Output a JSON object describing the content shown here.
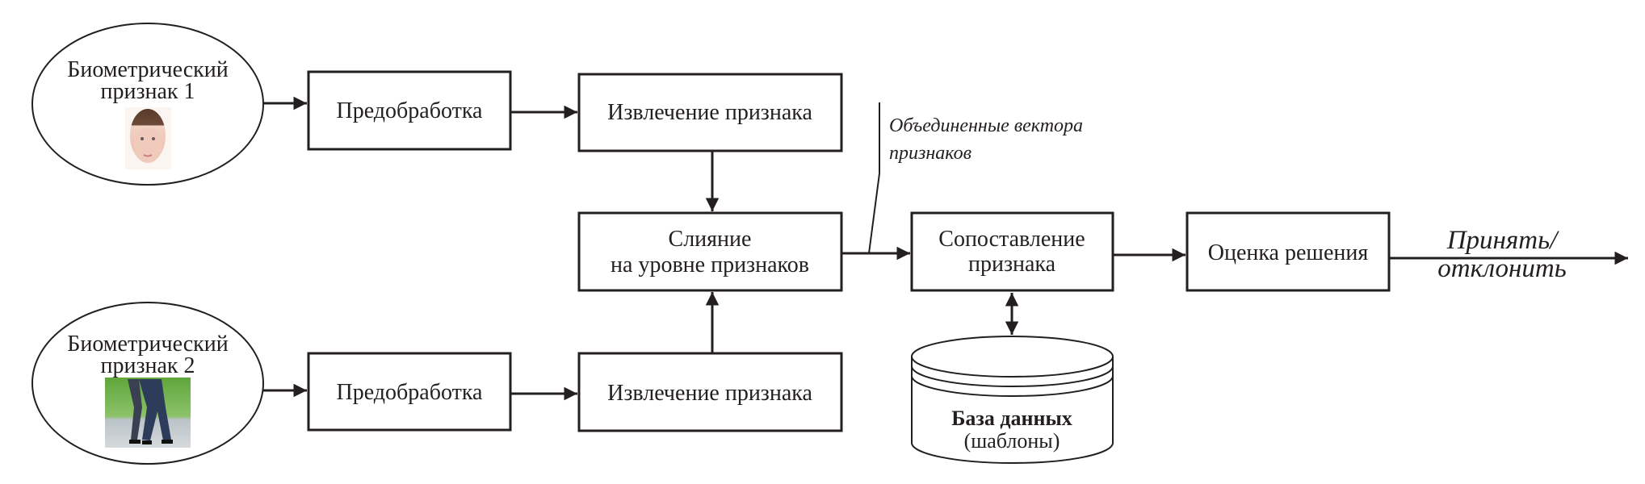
{
  "diagram": {
    "inputs": [
      {
        "line1": "Биометрический",
        "line2": "признак 1",
        "image": "face-photo"
      },
      {
        "line1": "Биометрический",
        "line2": "признак 2",
        "image": "walking-people-photo"
      }
    ],
    "top_branch": {
      "preprocessing": "Предобработка",
      "extraction": "Извлечение признака"
    },
    "bottom_branch": {
      "preprocessing": "Предобработка",
      "extraction": "Извлечение признака"
    },
    "fusion": {
      "line1": "Слияние",
      "line2": "на уровне признаков"
    },
    "annotation": {
      "line1": "Объединенные вектора",
      "line2": "признаков"
    },
    "matching": {
      "line1": "Сопоставление",
      "line2": "признака"
    },
    "decision": "Оценка решения",
    "database": {
      "title": "База данных",
      "subtitle": "(шаблоны)"
    },
    "output": {
      "line1": "Принять/",
      "line2": "отклонить"
    }
  }
}
